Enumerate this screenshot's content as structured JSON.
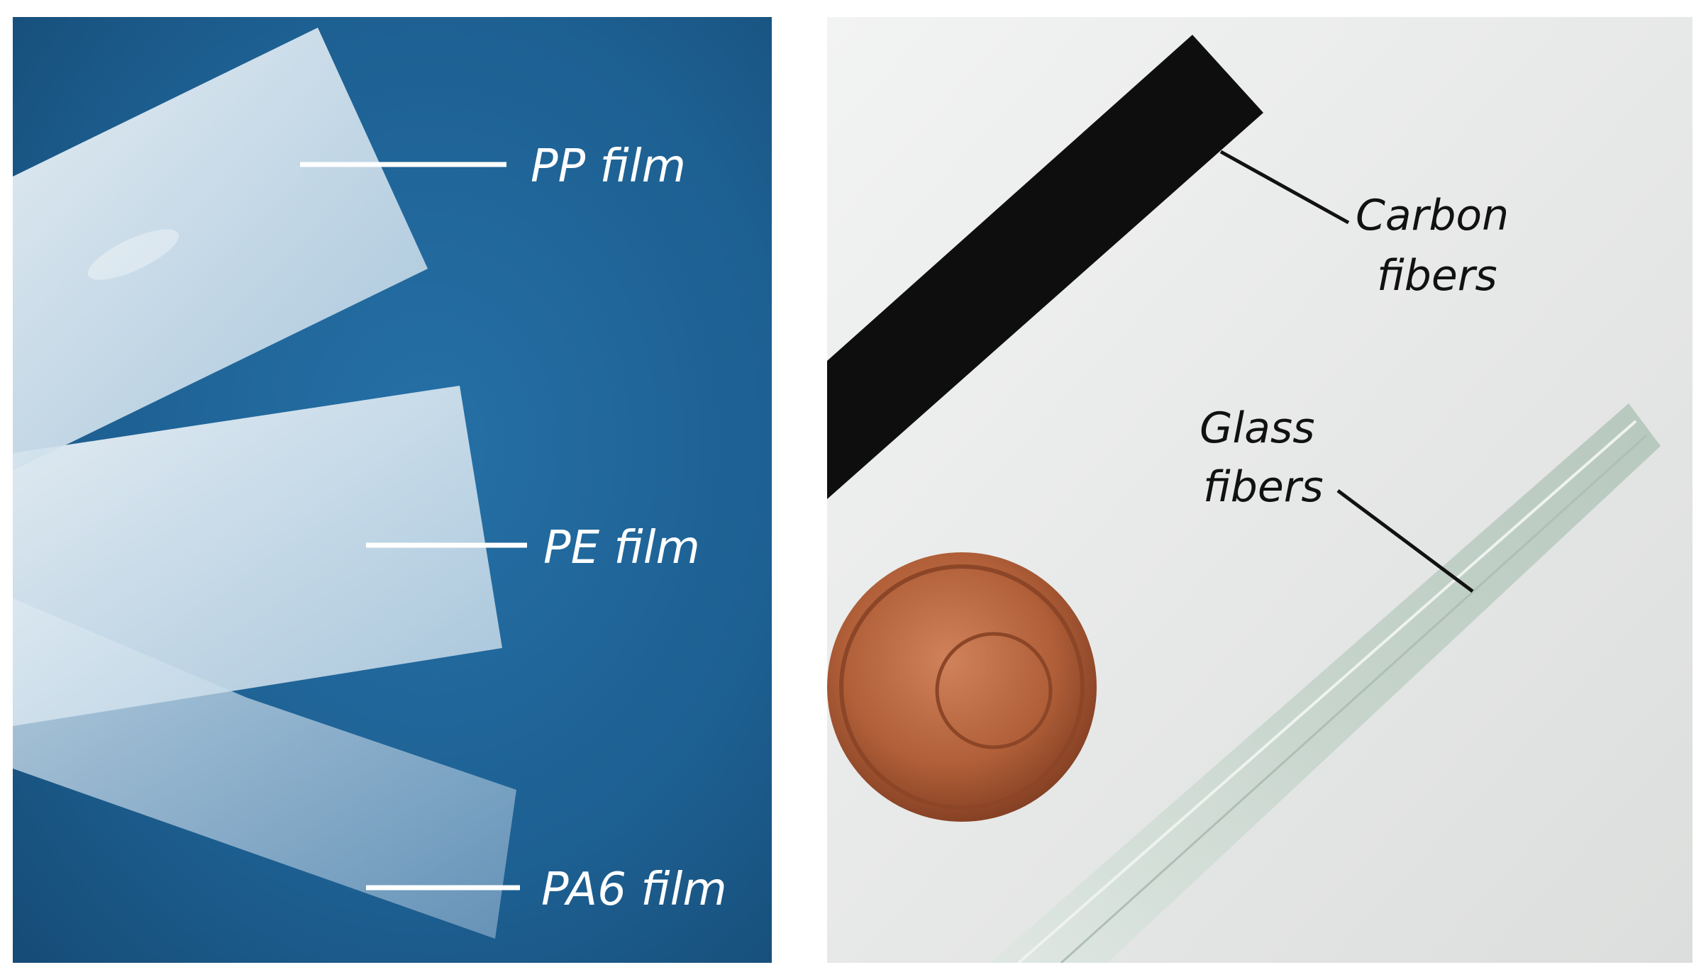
{
  "panels": {
    "left": {
      "labels": {
        "pp": "PP film",
        "pe": "PE film",
        "pa6": "PA6 film"
      }
    },
    "right": {
      "labels": {
        "carbon_line1": "Carbon",
        "carbon_line2": "fibers",
        "glass_line1": "Glass",
        "glass_line2": "fibers"
      }
    }
  },
  "colors": {
    "left_background": "#1d5f91",
    "right_background": "#e9eaea",
    "film": "#d6e4ee",
    "carbon_tape": "#0e0e0e",
    "glass_fiber": "#c9d6cf",
    "coin": "#b05f38",
    "label_left": "#ffffff",
    "label_right": "#111111"
  }
}
